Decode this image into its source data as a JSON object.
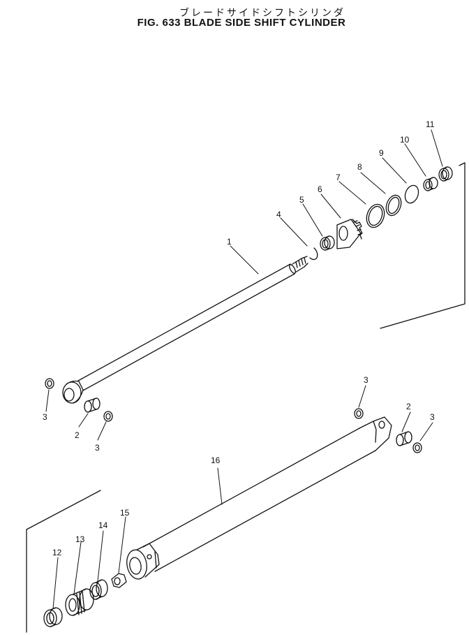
{
  "title_jp": "ブレードサイドシフトシリンダ",
  "title_en": "FIG. 633  BLADE SIDE SHIFT CYLINDER",
  "callouts": {
    "c1": "1",
    "c2a": "2",
    "c2b": "2",
    "c3a": "3",
    "c3b": "3",
    "c3c": "3",
    "c3d": "3",
    "c4": "4",
    "c5": "5",
    "c6": "6",
    "c7": "7",
    "c8": "8",
    "c9": "9",
    "c10": "10",
    "c11": "11",
    "c12": "12",
    "c13": "13",
    "c14": "14",
    "c15": "15",
    "c16": "16"
  }
}
